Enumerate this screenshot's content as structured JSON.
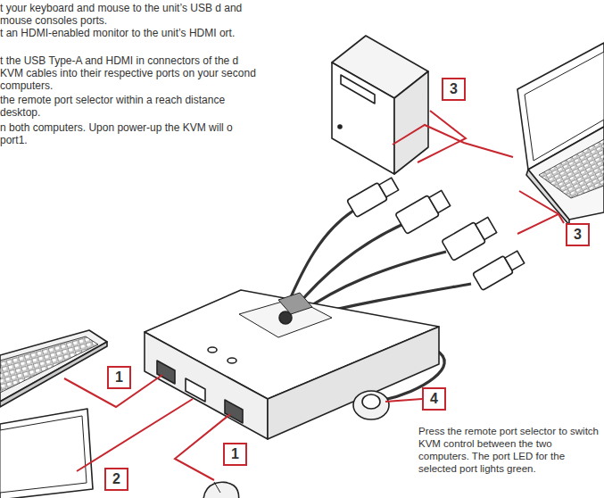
{
  "diagram": {
    "nodes": [
      {
        "text": [
          "3"
        ]
      },
      {
        "text": [
          "3"
        ]
      },
      {
        "text": [
          "1"
        ]
      },
      {
        "text": [
          "4"
        ]
      },
      {
        "text": [
          "1"
        ]
      },
      {
        "text": [
          "2"
        ]
      }
    ],
    "labels": [
      "t your keyboard and mouse to the unit’s USB d and mouse consoles ports.",
      "t an HDMI-enabled monitor to the unit’s HDMI ort.",
      "t the USB Type-A and HDMI in connectors of the d KVM cables into their respective ports on your second computers.",
      "the remote port selector within a reach distance desktop.",
      "n both computers. Upon power-up the KVM will o port1.",
      "Press the remote port selector to switch KVM control between the two computers. The port LED for the selected port lights green."
    ]
  }
}
